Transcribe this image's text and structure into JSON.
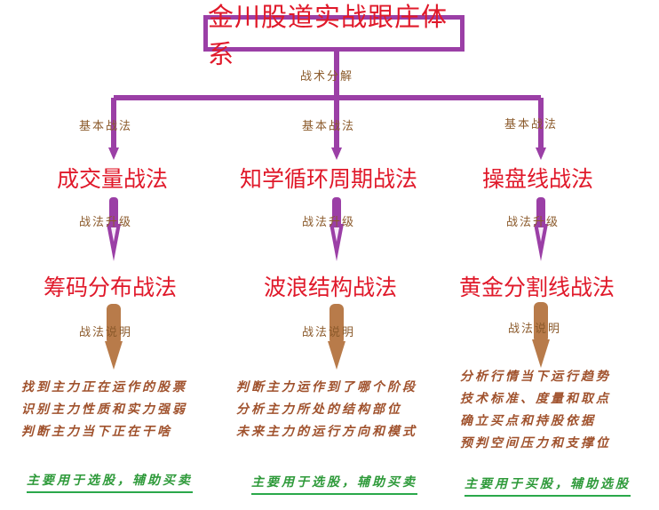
{
  "title": "金川股道实战跟庄体系",
  "colors": {
    "connector": "#9b3fa6",
    "upgrade_arrow": "#9b3fa6",
    "explain_arrow": "#b87b4a",
    "node_text": "#e0192a",
    "label_text": "#8b5a2b",
    "usage_text": "#2e9a3a"
  },
  "top_label": "战术分解",
  "columns": [
    {
      "base_label": "基本战法",
      "level1": "成交量战法",
      "upgrade_label": "战法升级",
      "level2": "筹码分布战法",
      "explain_label": "战法说明",
      "desc": [
        "找到主力正在运作的股票",
        "识别主力性质和实力强弱",
        "判断主力当下正在干啥"
      ],
      "usage": "主要用于选股，辅助买卖"
    },
    {
      "base_label": "基本战法",
      "level1": "知学循环周期战法",
      "upgrade_label": "战法升级",
      "level2": "波浪结构战法",
      "explain_label": "战法说明",
      "desc": [
        "判断主力运作到了哪个阶段",
        "分析主力所处的结构部位",
        "未来主力的运行方向和模式"
      ],
      "usage": "主要用于选股，辅助买卖"
    },
    {
      "base_label": "基本战法",
      "level1": "操盘线战法",
      "upgrade_label": "战法升级",
      "level2": "黄金分割线战法",
      "explain_label": "战法说明",
      "desc": [
        "分析行情当下运行趋势",
        "技术标准、度量和取点",
        "确立买点和持股依据",
        "预判空间压力和支撑位"
      ],
      "usage": "主要用于买股，辅助选股"
    }
  ]
}
